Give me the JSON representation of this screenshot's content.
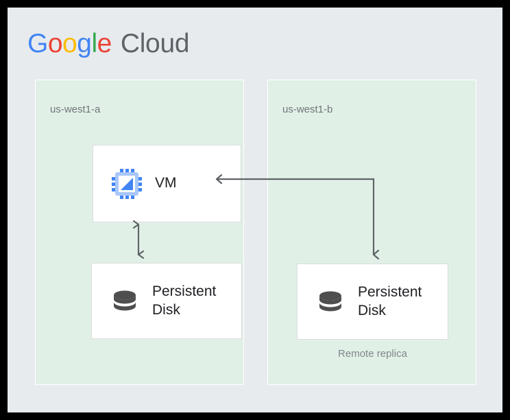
{
  "logo": {
    "name": "Google Cloud",
    "google_letters": [
      {
        "char": "G",
        "color": "#4285f4"
      },
      {
        "char": "o",
        "color": "#ea4335"
      },
      {
        "char": "o",
        "color": "#fbbc05"
      },
      {
        "char": "g",
        "color": "#4285f4"
      },
      {
        "char": "l",
        "color": "#34a853"
      },
      {
        "char": "e",
        "color": "#ea4335"
      }
    ],
    "cloud_text": "Cloud",
    "cloud_color": "#5f6368"
  },
  "colors": {
    "canvas": "#e8ebee",
    "zone_fill": "#e1f0e7",
    "box_fill": "#ffffff",
    "box_border": "#dcdcdc",
    "arrow": "#5f6368",
    "label_text": "#70757a",
    "icon_blue": "#4285f4",
    "icon_blue_light": "#a8c7fa",
    "icon_gray": "#5f6368"
  },
  "zones": [
    {
      "id": "zone-a",
      "label": "us-west1-a",
      "resources": [
        {
          "id": "vm",
          "label": "VM",
          "icon": "cpu-icon"
        },
        {
          "id": "disk-a",
          "label": "Persistent Disk",
          "icon": "database-icon"
        }
      ]
    },
    {
      "id": "zone-b",
      "label": "us-west1-b",
      "resources": [
        {
          "id": "disk-b",
          "label": "Persistent Disk",
          "icon": "database-icon",
          "caption": "Remote replica"
        }
      ]
    }
  ],
  "connectors": [
    {
      "id": "vm-to-disk-a",
      "from": "vm",
      "to": "disk-a",
      "style": "double-headed-vertical"
    },
    {
      "id": "vm-to-disk-b",
      "from": "vm",
      "to": "disk-b",
      "style": "elbow-double-headed"
    }
  ]
}
